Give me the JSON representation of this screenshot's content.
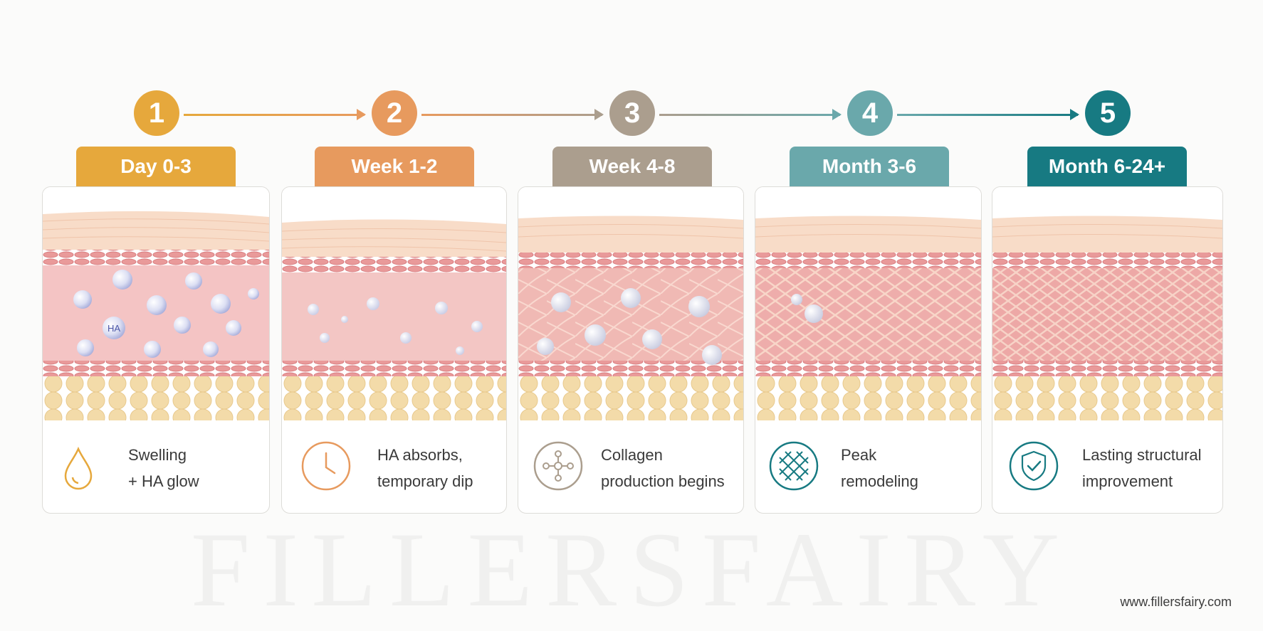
{
  "steps": [
    {
      "number": "1",
      "phase": "Day 0-3",
      "color": "#e6a83c",
      "caption": [
        "Swelling",
        "+ HA glow"
      ],
      "icon": "water-drop-icon",
      "bubble_label": "HA"
    },
    {
      "number": "2",
      "phase": "Week 1-2",
      "color": "#e79a5e",
      "caption": [
        "HA absorbs,",
        "temporary dip"
      ],
      "icon": "clock-icon"
    },
    {
      "number": "3",
      "phase": "Week 4-8",
      "color": "#ab9e8e",
      "caption": [
        "Collagen",
        "production begins"
      ],
      "icon": "molecule-icon"
    },
    {
      "number": "4",
      "phase": "Month 3-6",
      "color": "#6aa8ab",
      "caption": [
        "Peak",
        "remodeling"
      ],
      "icon": "mesh-icon"
    },
    {
      "number": "5",
      "phase": "Month 6-24+",
      "color": "#177a82",
      "caption": [
        "Lasting structural",
        "improvement"
      ],
      "icon": "shield-check-icon"
    }
  ],
  "watermark": "FILLERSFAIRY",
  "site_url": "www.fillersfairy.com"
}
